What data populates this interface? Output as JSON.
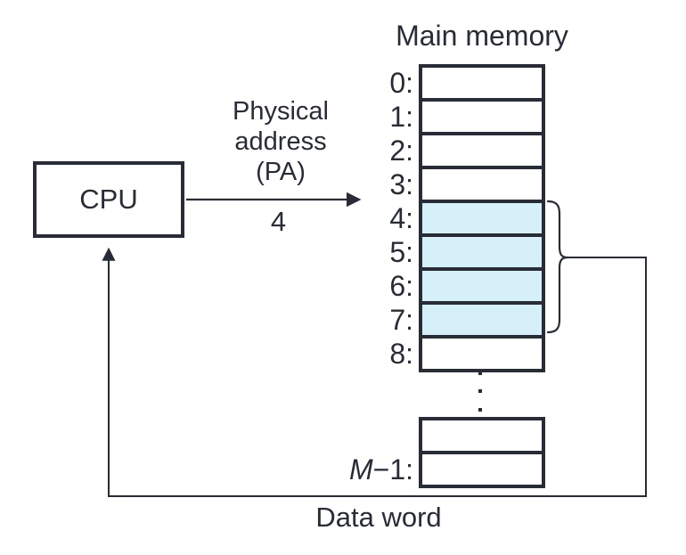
{
  "title": "Main memory",
  "cpu": {
    "label": "CPU"
  },
  "physical_address": {
    "line1": "Physical",
    "line2": "address",
    "line3": "(PA)",
    "value": "4"
  },
  "memory": {
    "rows": [
      {
        "label": "0:"
      },
      {
        "label": "1:"
      },
      {
        "label": "2:"
      },
      {
        "label": "3:"
      },
      {
        "label": "4:"
      },
      {
        "label": "5:"
      },
      {
        "label": "6:"
      },
      {
        "label": "7:"
      },
      {
        "label": "8:"
      }
    ],
    "highlighted_rows": [
      4,
      5,
      6,
      7
    ],
    "last_row_label_m": "M",
    "last_row_label_rest": "−1:"
  },
  "data_word": {
    "label": "Data word"
  },
  "colors": {
    "line": "#272c36",
    "highlight": "#d6f0fa",
    "background": "#ffffff"
  }
}
